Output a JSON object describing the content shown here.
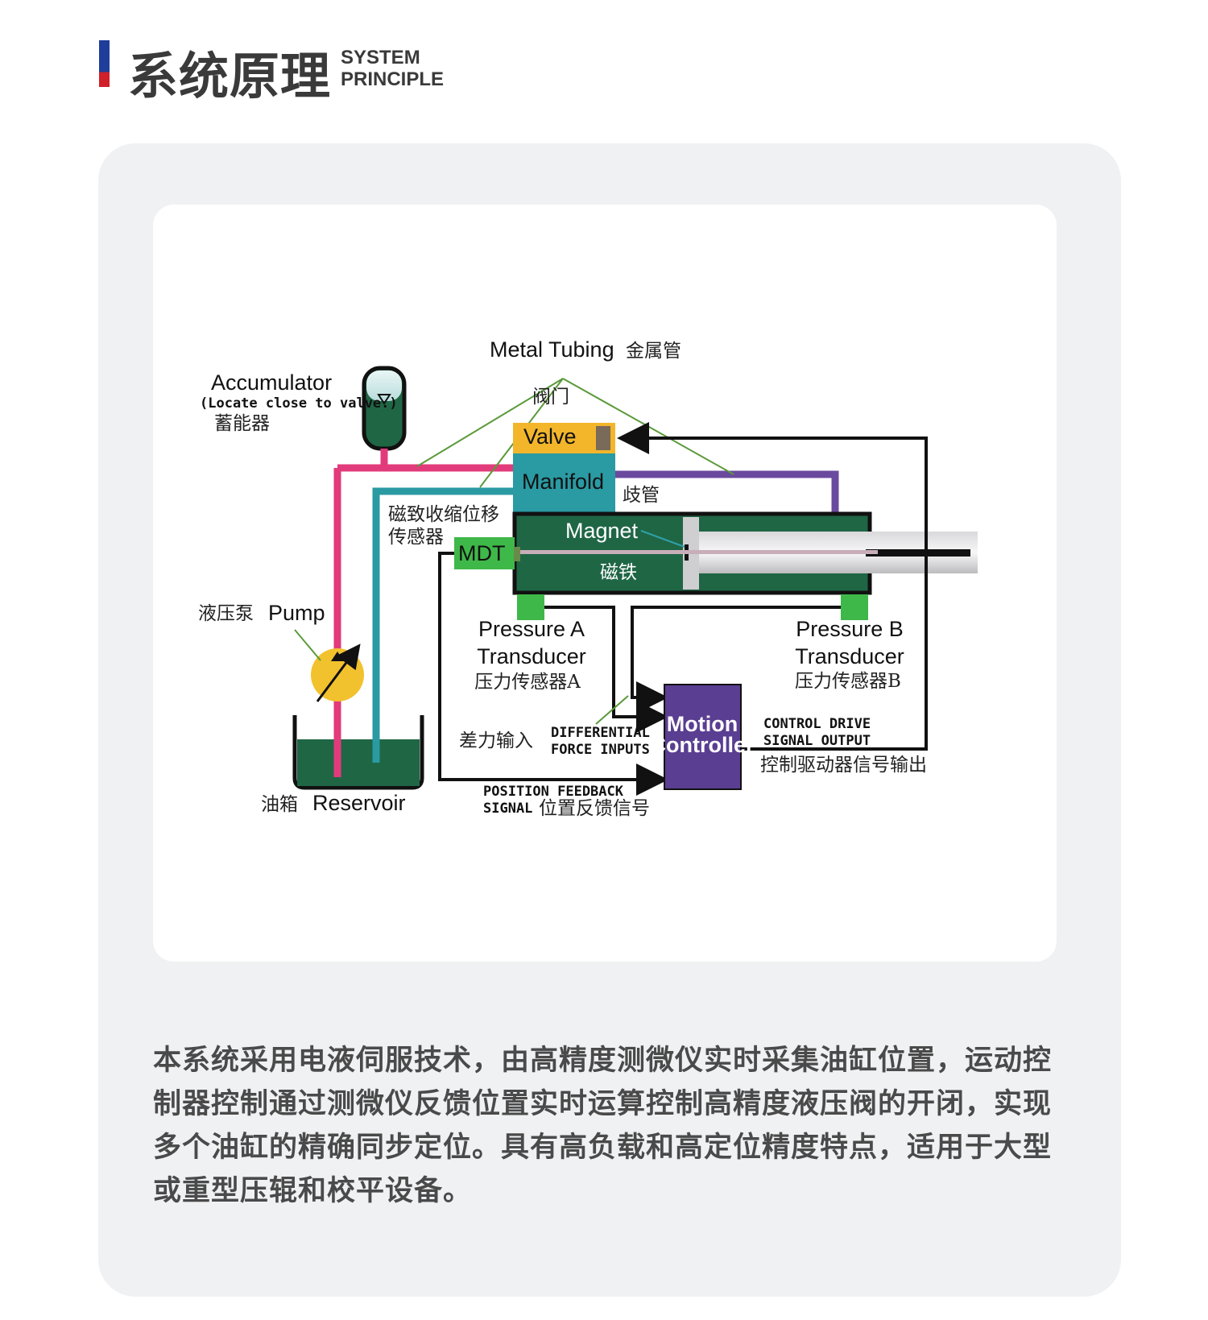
{
  "header": {
    "title_cn": "系统原理",
    "title_en_line1": "SYSTEM",
    "title_en_line2": "PRINCIPLE"
  },
  "colors": {
    "accent_blue": "#1f3d9a",
    "accent_red": "#d0202a",
    "cylinder_green": "#1f6645",
    "manifold_teal": "#2a9aa3",
    "valve_yellow": "#f3b62b",
    "tube_pink": "#e23b7b",
    "tube_teal": "#2a9aa3",
    "tube_purple": "#6a4a9f",
    "controller_purple": "#5a3e91",
    "mdt_green": "#3fb84a",
    "pump_yellow": "#f2c12e"
  },
  "diagram": {
    "metal_tubing": "Metal Tubing",
    "metal_tubing_cn": "金属管",
    "valve_cn": "阀门",
    "valve": "Valve",
    "manifold": "Manifold",
    "manifold_cn": "歧管",
    "accumulator": "Accumulator",
    "accumulator_note": "(Locate close to valve.)",
    "accumulator_cn": "蓄能器",
    "mdt_cn_line1": "磁致收缩位移",
    "mdt_cn_line2": "传感器",
    "mdt": "MDT",
    "magnet": "Magnet",
    "magnet_cn": "磁铁",
    "pump_cn": "液压泵",
    "pump": "Pump",
    "pressure_a_line1": "Pressure A",
    "pressure_a_line2": "Transducer",
    "pressure_a_cn": "压力传感器A",
    "pressure_b_line1": "Pressure B",
    "pressure_b_line2": "Transducer",
    "pressure_b_cn": "压力传感器B",
    "diff_cn": "差力输入",
    "diff_line1": "DIFFERENTIAL",
    "diff_line2": "FORCE INPUTS",
    "controller_line1": "Motion",
    "controller_line2": "Controller",
    "control_out_line1": "CONTROL DRIVE",
    "control_out_line2": "SIGNAL OUTPUT",
    "control_out_cn": "控制驱动器信号输出",
    "reservoir_cn": "油箱",
    "reservoir": "Reservoir",
    "feedback_line1": "POSITION FEEDBACK",
    "feedback_line2": "SIGNAL",
    "feedback_cn": "位置反馈信号"
  },
  "description": "本系统采用电液伺服技术，由高精度测微仪实时采集油缸位置，运动控制器控制通过测微仪反馈位置实时运算控制高精度液压阀的开闭，实现多个油缸的精确同步定位。具有高负载和高定位精度特点，适用于大型或重型压辊和校平设备。"
}
